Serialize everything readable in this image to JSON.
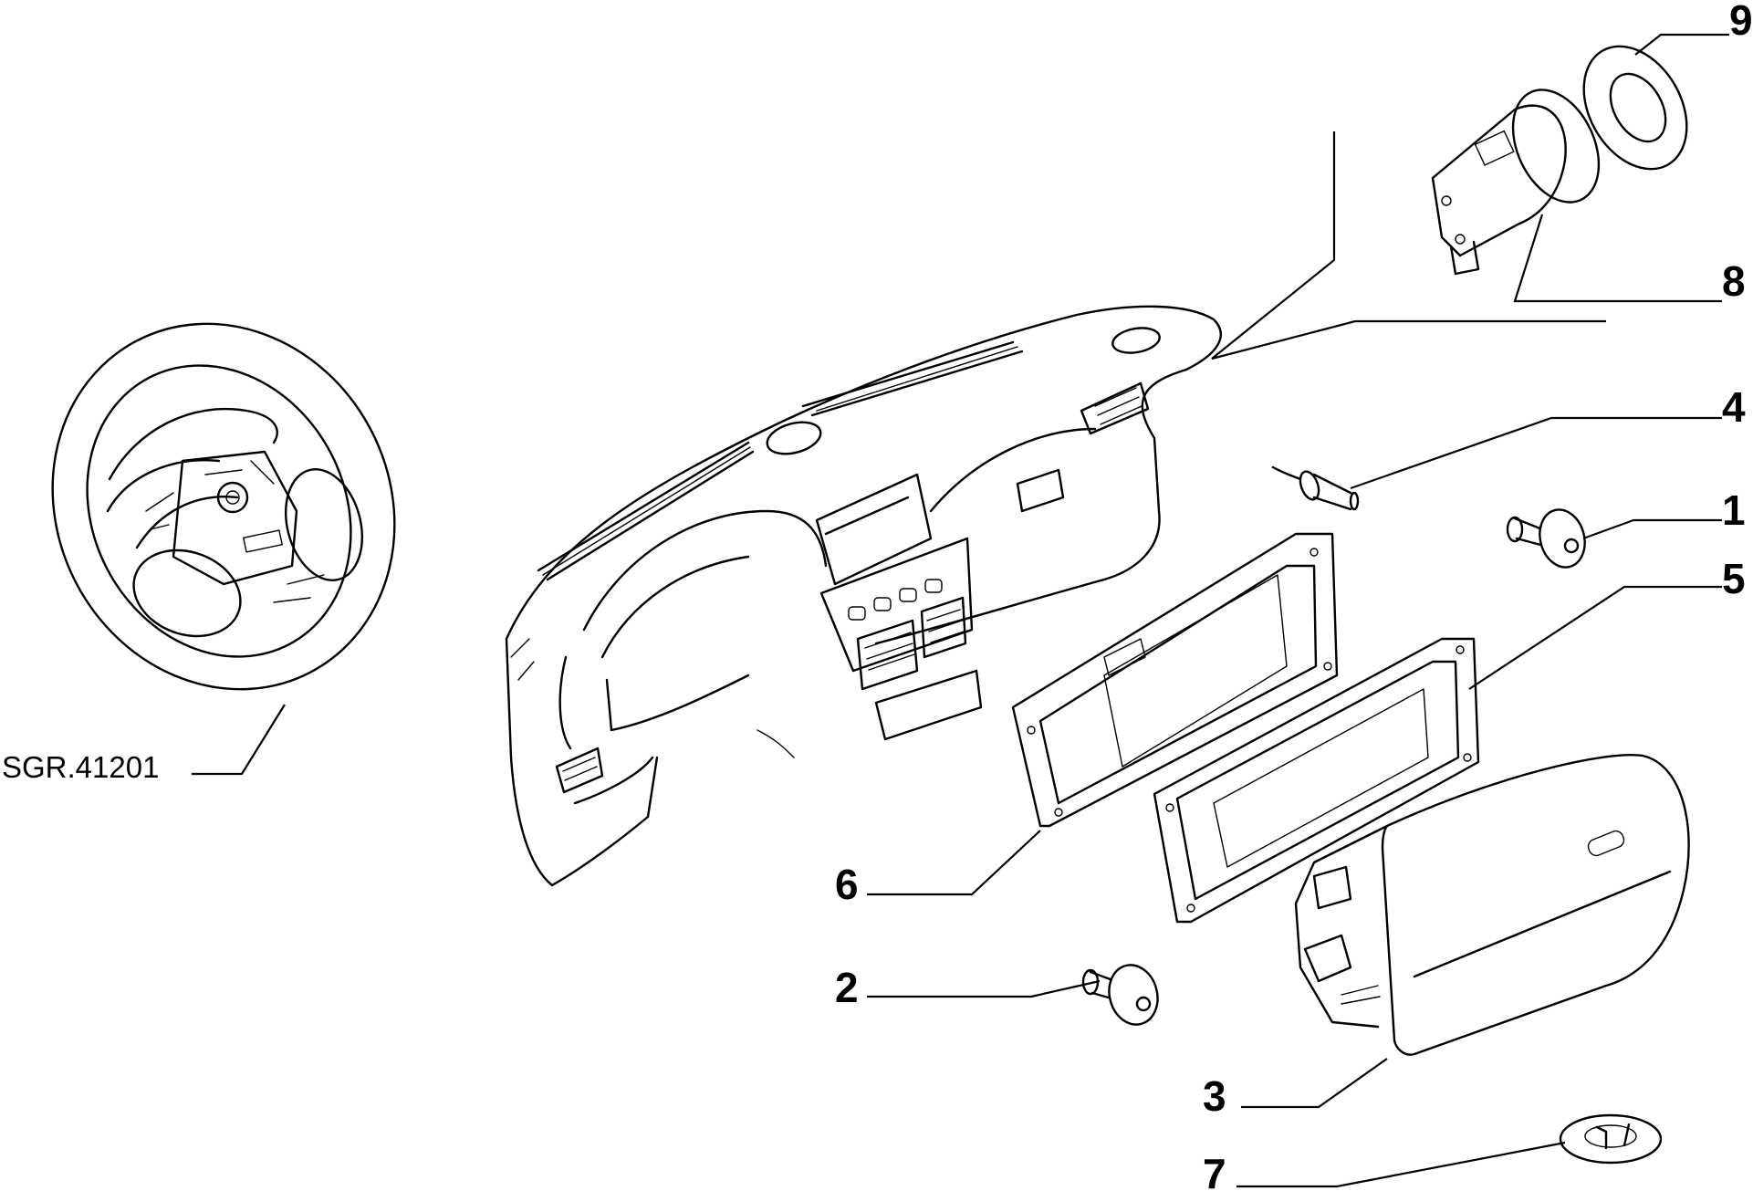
{
  "diagram": {
    "reference": "SGR.41201",
    "callouts": [
      {
        "number": "1",
        "part": "fastener-screw"
      },
      {
        "number": "2",
        "part": "fastener-screw"
      },
      {
        "number": "3",
        "part": "airbag-module"
      },
      {
        "number": "4",
        "part": "push-clip"
      },
      {
        "number": "5",
        "part": "mounting-frame"
      },
      {
        "number": "6",
        "part": "mounting-frame"
      },
      {
        "number": "7",
        "part": "cap"
      },
      {
        "number": "8",
        "part": "key-switch"
      },
      {
        "number": "9",
        "part": "ring-washer"
      }
    ]
  }
}
